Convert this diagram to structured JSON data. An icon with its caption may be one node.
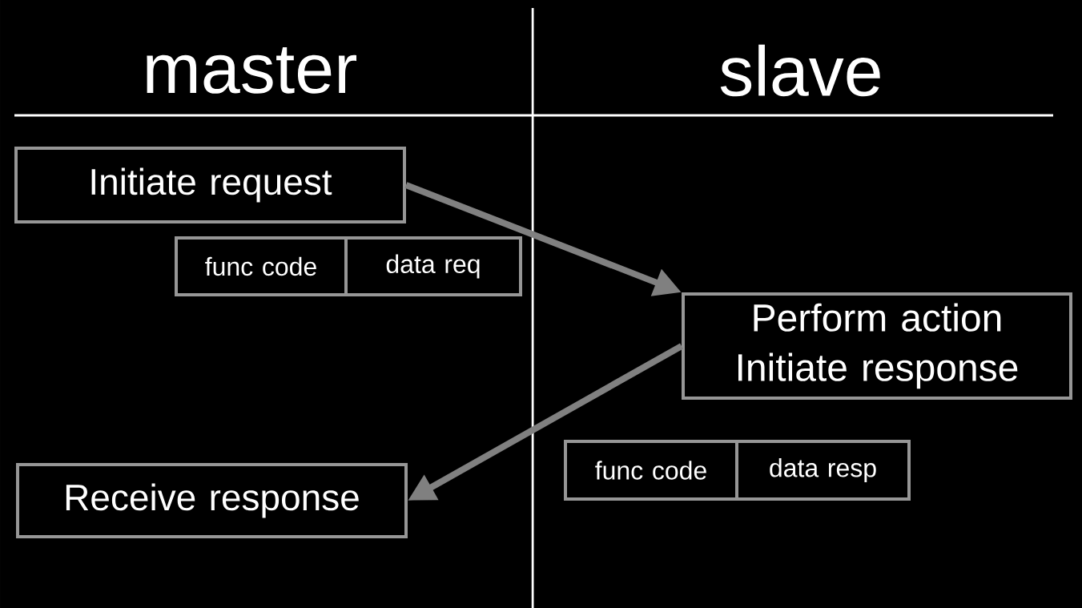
{
  "diagram": {
    "nodes": [
      {
        "text": [
          "Initiate request"
        ]
      },
      {
        "text": [
          "func code"
        ]
      },
      {
        "text": [
          "data req"
        ]
      },
      {
        "text": [
          "Perform action Initiate response"
        ]
      },
      {
        "text": [
          "func code"
        ]
      },
      {
        "text": [
          "data resp"
        ]
      },
      {
        "text": [
          "Receive response"
        ]
      }
    ],
    "edges": [
      {
        "from": 0,
        "to": 3,
        "arrow": "to"
      },
      {
        "from": 3,
        "to": 6,
        "arrow": "to"
      }
    ],
    "labels": [
      "master",
      "slave"
    ]
  }
}
